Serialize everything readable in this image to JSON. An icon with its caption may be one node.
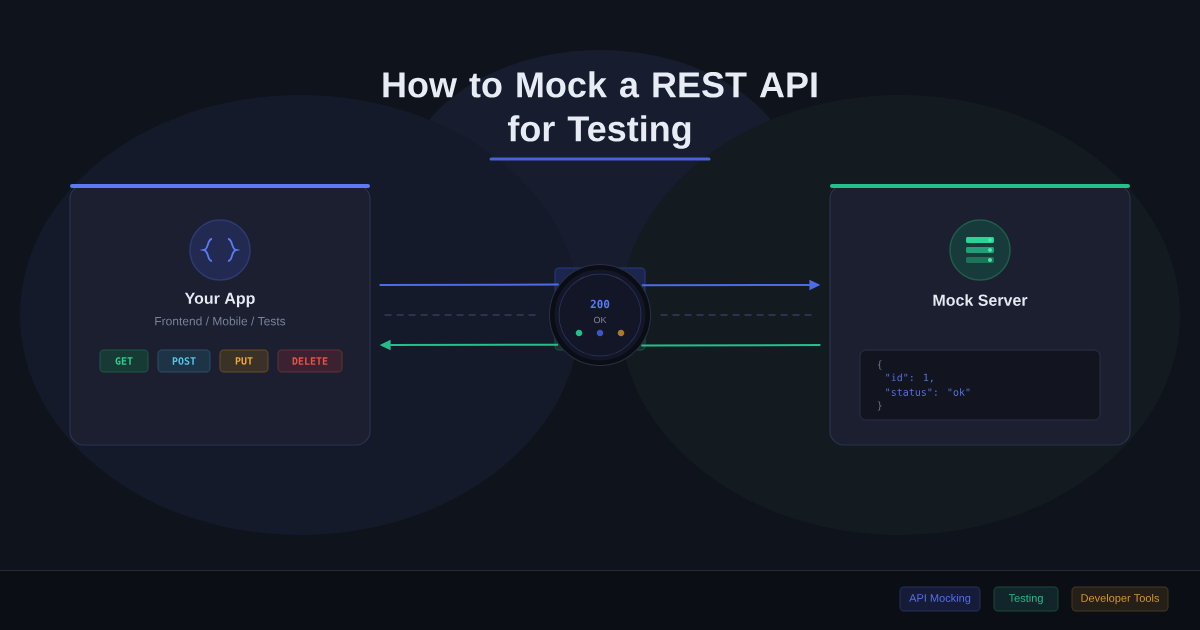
{
  "diagram": {
    "title": "How to Mock a REST API for Testing",
    "nodes": [
      {
        "text": [
          "Your App",
          "Frontend / Mobile / Tests"
        ]
      },
      {
        "text": [
          "GET"
        ],
        "in": 0
      },
      {
        "text": [
          "POST"
        ],
        "in": 0
      },
      {
        "text": [
          "PUT"
        ],
        "in": 0
      },
      {
        "text": [
          "DELETE"
        ],
        "in": 0
      },
      {
        "text": [
          "Mock Server"
        ]
      },
      {
        "text": [
          "{",
          "\"id\": 1,",
          "\"status\": \"ok\"",
          "}"
        ],
        "in": 5
      },
      {
        "text": [
          "200",
          "OK"
        ]
      },
      {
        "text": [
          "API Mocking"
        ]
      },
      {
        "text": [
          "Testing"
        ]
      },
      {
        "text": [
          "Developer Tools"
        ]
      }
    ],
    "edges": [
      {
        "from": 0,
        "to": 7,
        "arrow": "none",
        "color": "#4f6ae6"
      },
      {
        "from": 7,
        "to": 5,
        "arrow": "to",
        "color": "#4f6ae6"
      },
      {
        "from": 5,
        "to": 7,
        "arrow": "none",
        "color": "#22c08a"
      },
      {
        "from": 7,
        "to": 0,
        "arrow": "to",
        "color": "#22c08a"
      },
      {
        "from": 0,
        "to": 7,
        "arrow": "none",
        "style": "dashed",
        "color": "#363d58"
      },
      {
        "from": 7,
        "to": 5,
        "arrow": "none",
        "style": "dashed",
        "color": "#363d58"
      }
    ]
  }
}
